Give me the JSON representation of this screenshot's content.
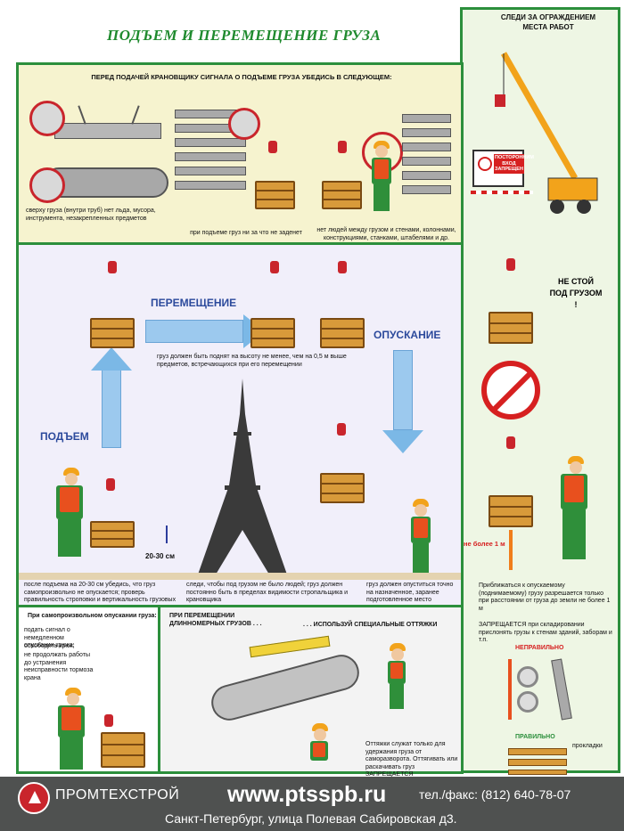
{
  "title": "ПОДЪЕМ И ПЕРЕМЕЩЕНИЕ ГРУЗА",
  "top_panel": {
    "heading": "ПЕРЕД ПОДАЧЕЙ КРАНОВЩИКУ СИГНАЛА О ПОДЪЕМЕ ГРУЗА УБЕДИСЬ В СЛЕДУЮЩЕМ:",
    "caption1": "сверху груза (внутри труб) нет льда, мусора, инструмента, незакрепленных предметов",
    "caption2": "при подъеме груз ни за что не заденет",
    "caption3": "нет людей между грузом и стенами, колоннами, конструкциями, станками, штабелями и др."
  },
  "middle_panel": {
    "moving_label": "ПЕРЕМЕЩЕНИЕ",
    "lowering_label": "ОПУСКАНИЕ",
    "lifting_label": "ПОДЪЕМ",
    "height_note": "груз должен быть поднят на высоту не менее, чем на 0,5 м выше предметов, встречающихся при его перемещении",
    "dimension_label": "20-30 см",
    "note_left": "после подъема на 20-30 см убедись, что груз самопроизвольно не опускается; проверь правильность строповки и вертикальность грузовых канатов",
    "note_middle": "следи, чтобы под грузом не было людей; груз должен постоянно быть в пределах видимости стропальщика и крановщика",
    "note_right": "груз должен опуститься точно на назначенное, заранее подготовленное место складирования"
  },
  "bottom_left": {
    "heading": "При самопроизвольном опускании груза:",
    "items": [
      "подать сигнал о немедленном опускании крюка;",
      "освободить крюк;",
      "не продолжать работы до устранения неисправности тормоза крана"
    ]
  },
  "bottom_middle": {
    "heading": "ПРИ ПЕРЕМЕЩЕНИИ ДЛИННОМЕРНЫХ ГРУЗОВ . . .",
    "heading_right": ". . . ИСПОЛЬЗУЙ СПЕЦИАЛЬНЫЕ ОТТЯЖКИ",
    "note": "Оттяжки служат только для удержания груза от саморазворота. Оттягивать или раскачивать груз ЗАПРЕЩАЕТСЯ"
  },
  "right_column": {
    "heading": "СЛЕДИ ЗА ОГРАЖДЕНИЕМ МЕСТА РАБОТ",
    "sign_text": "ПОСТОРОННИМ ВХОД ЗАПРЕЩЕН",
    "warning": "НЕ СТОЙ ПОД ГРУЗОМ !",
    "distance_label": "не более 1 м",
    "approach_note": "Приближаться к опускаемому (поднимаемому) грузу разрешается только при расстоянии от груза до земли не более 1 м",
    "prohibited_note": "ЗАПРЕЩАЕТСЯ при складировании прислонять грузы к стенам зданий, заборам и т.п.",
    "wrong_label": "НЕПРАВИЛЬНО",
    "right_label": "ПРАВИЛЬНО",
    "spacers_label": "прокладки"
  },
  "footer": {
    "company": "ПРОМТЕХСТРОЙ",
    "website": "www.ptsspb.ru",
    "phone": "тел./факс: (812) 640-78-07",
    "address": "Санкт-Петербург, улица Полевая Сабировская д3."
  },
  "colors": {
    "frame_green": "#2c8f3c",
    "title_green": "#1f8a2e",
    "arrow_blue": "#7bb8e6",
    "crate_orange": "#d89a3a",
    "hook_red": "#c9252c",
    "footer_gray": "#4f5150",
    "warning_red": "#d62020"
  }
}
